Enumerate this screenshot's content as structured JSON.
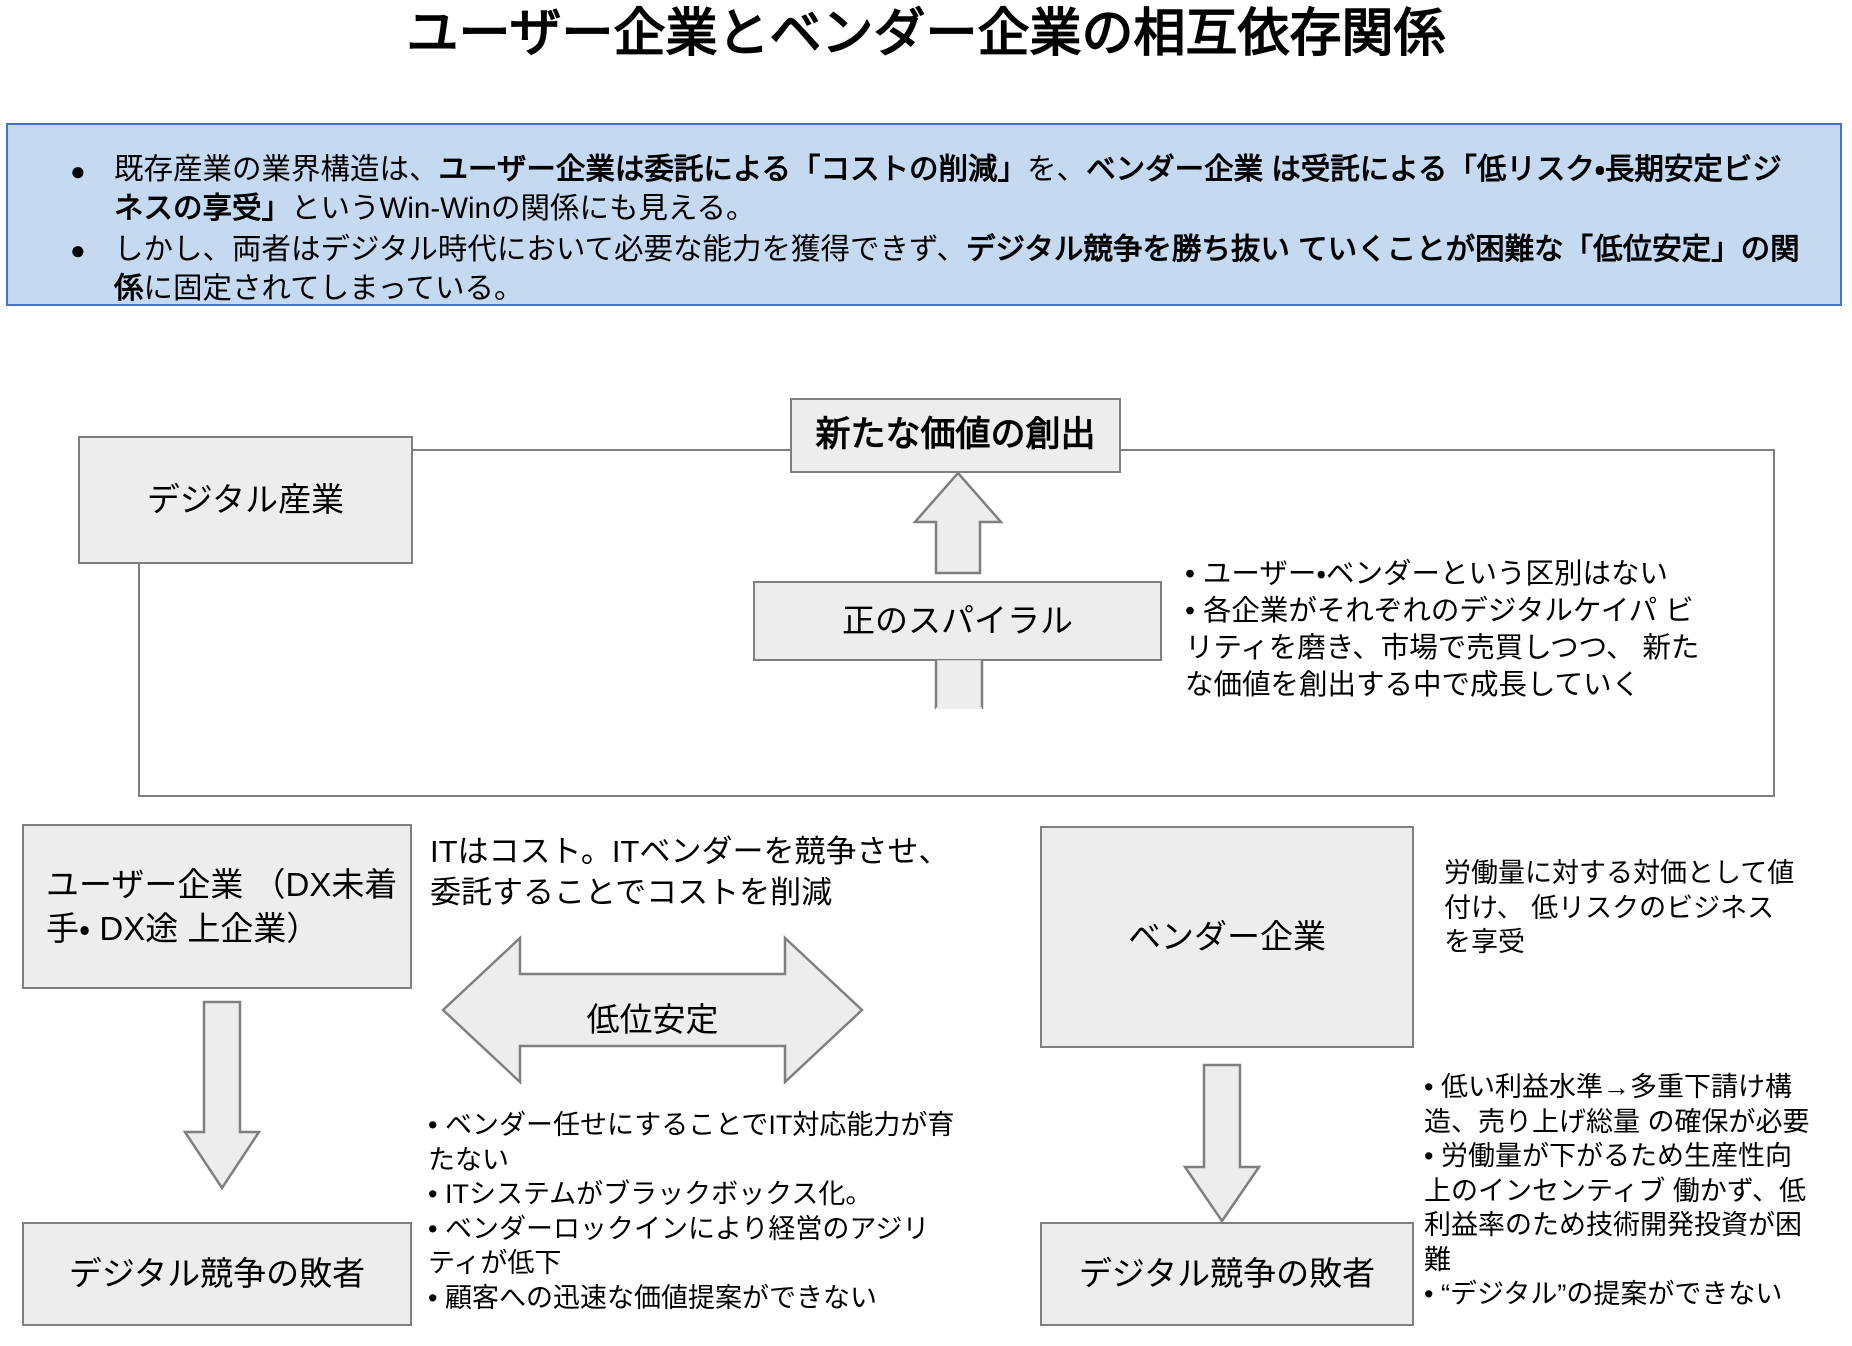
{
  "title": "ユーザー企業とベンダー企業の相互依存関係",
  "summary": {
    "bullet_glyph": "●",
    "items": [
      {
        "segments": [
          {
            "text": "既存産業の業界構造は、",
            "bold": false
          },
          {
            "text": "ユーザー企業は委託による「コストの削減」",
            "bold": true
          },
          {
            "text": "を、",
            "bold": false
          },
          {
            "text": "ベンダー企業 は受託による「低リスク・長期安定ビジネスの享受」",
            "bold": true
          },
          {
            "text": "というWin-Winの関係にも見える。",
            "bold": false
          }
        ]
      },
      {
        "segments": [
          {
            "text": "しかし、両者はデジタル時代において必要な能力を獲得できず、",
            "bold": false
          },
          {
            "text": "デジタル競争を勝ち抜い ていくことが困難な「低位安定」の関係",
            "bold": true
          },
          {
            "text": "に固定されてしまっている。",
            "bold": false
          }
        ]
      }
    ]
  },
  "diagram": {
    "digital_industry_box": "デジタル産業",
    "new_value_box": "新たな価値の創出",
    "positive_spiral_box": "正のスパイラル",
    "positive_spiral_note": "• ユーザー・ベンダーという区別はない\n• 各企業がそれぞれのデジタルケイパ ビ\nリティを磨き、市場で売買しつつ、 新た\nな価値を創出する中で成長していく",
    "user_company_box": "ユーザー企業\n（DX未着手・ DX途\n上企業）",
    "vendor_company_box": "ベンダー企業",
    "user_loser_box": "デジタル競争の敗者",
    "vendor_loser_box": "デジタル競争の敗者",
    "cost_note": "ITはコスト。ITベンダーを競争させ、\n委託することでコストを削減",
    "low_stability_label": "低位安定",
    "vendor_value_note": "労働量に対する対価として値\n付け、 低リスクのビジネス\nを享受",
    "user_drawbacks_note": "• ベンダー任せにすることでIT対応能力が育\nたない\n• ITシステムがブラックボックス化。\n• ベンダーロックインにより経営のアジリ\nティが低下\n• 顧客への迅速な価値提案ができない",
    "vendor_drawbacks_note": "• 低い利益水準→多重下請け構\n造、売り上げ総量 の確保が必要\n• 労働量が下がるため生産性向\n上のインセンティブ 働かず、低\n利益率のため技術開発投資が困\n難\n• “デジタル”の提案ができない"
  },
  "colors": {
    "summary_fill": "#c5d9f1",
    "summary_border": "#4472c4",
    "box_fill": "#ededed",
    "box_border": "#7f7f7f",
    "text": "#000000"
  }
}
